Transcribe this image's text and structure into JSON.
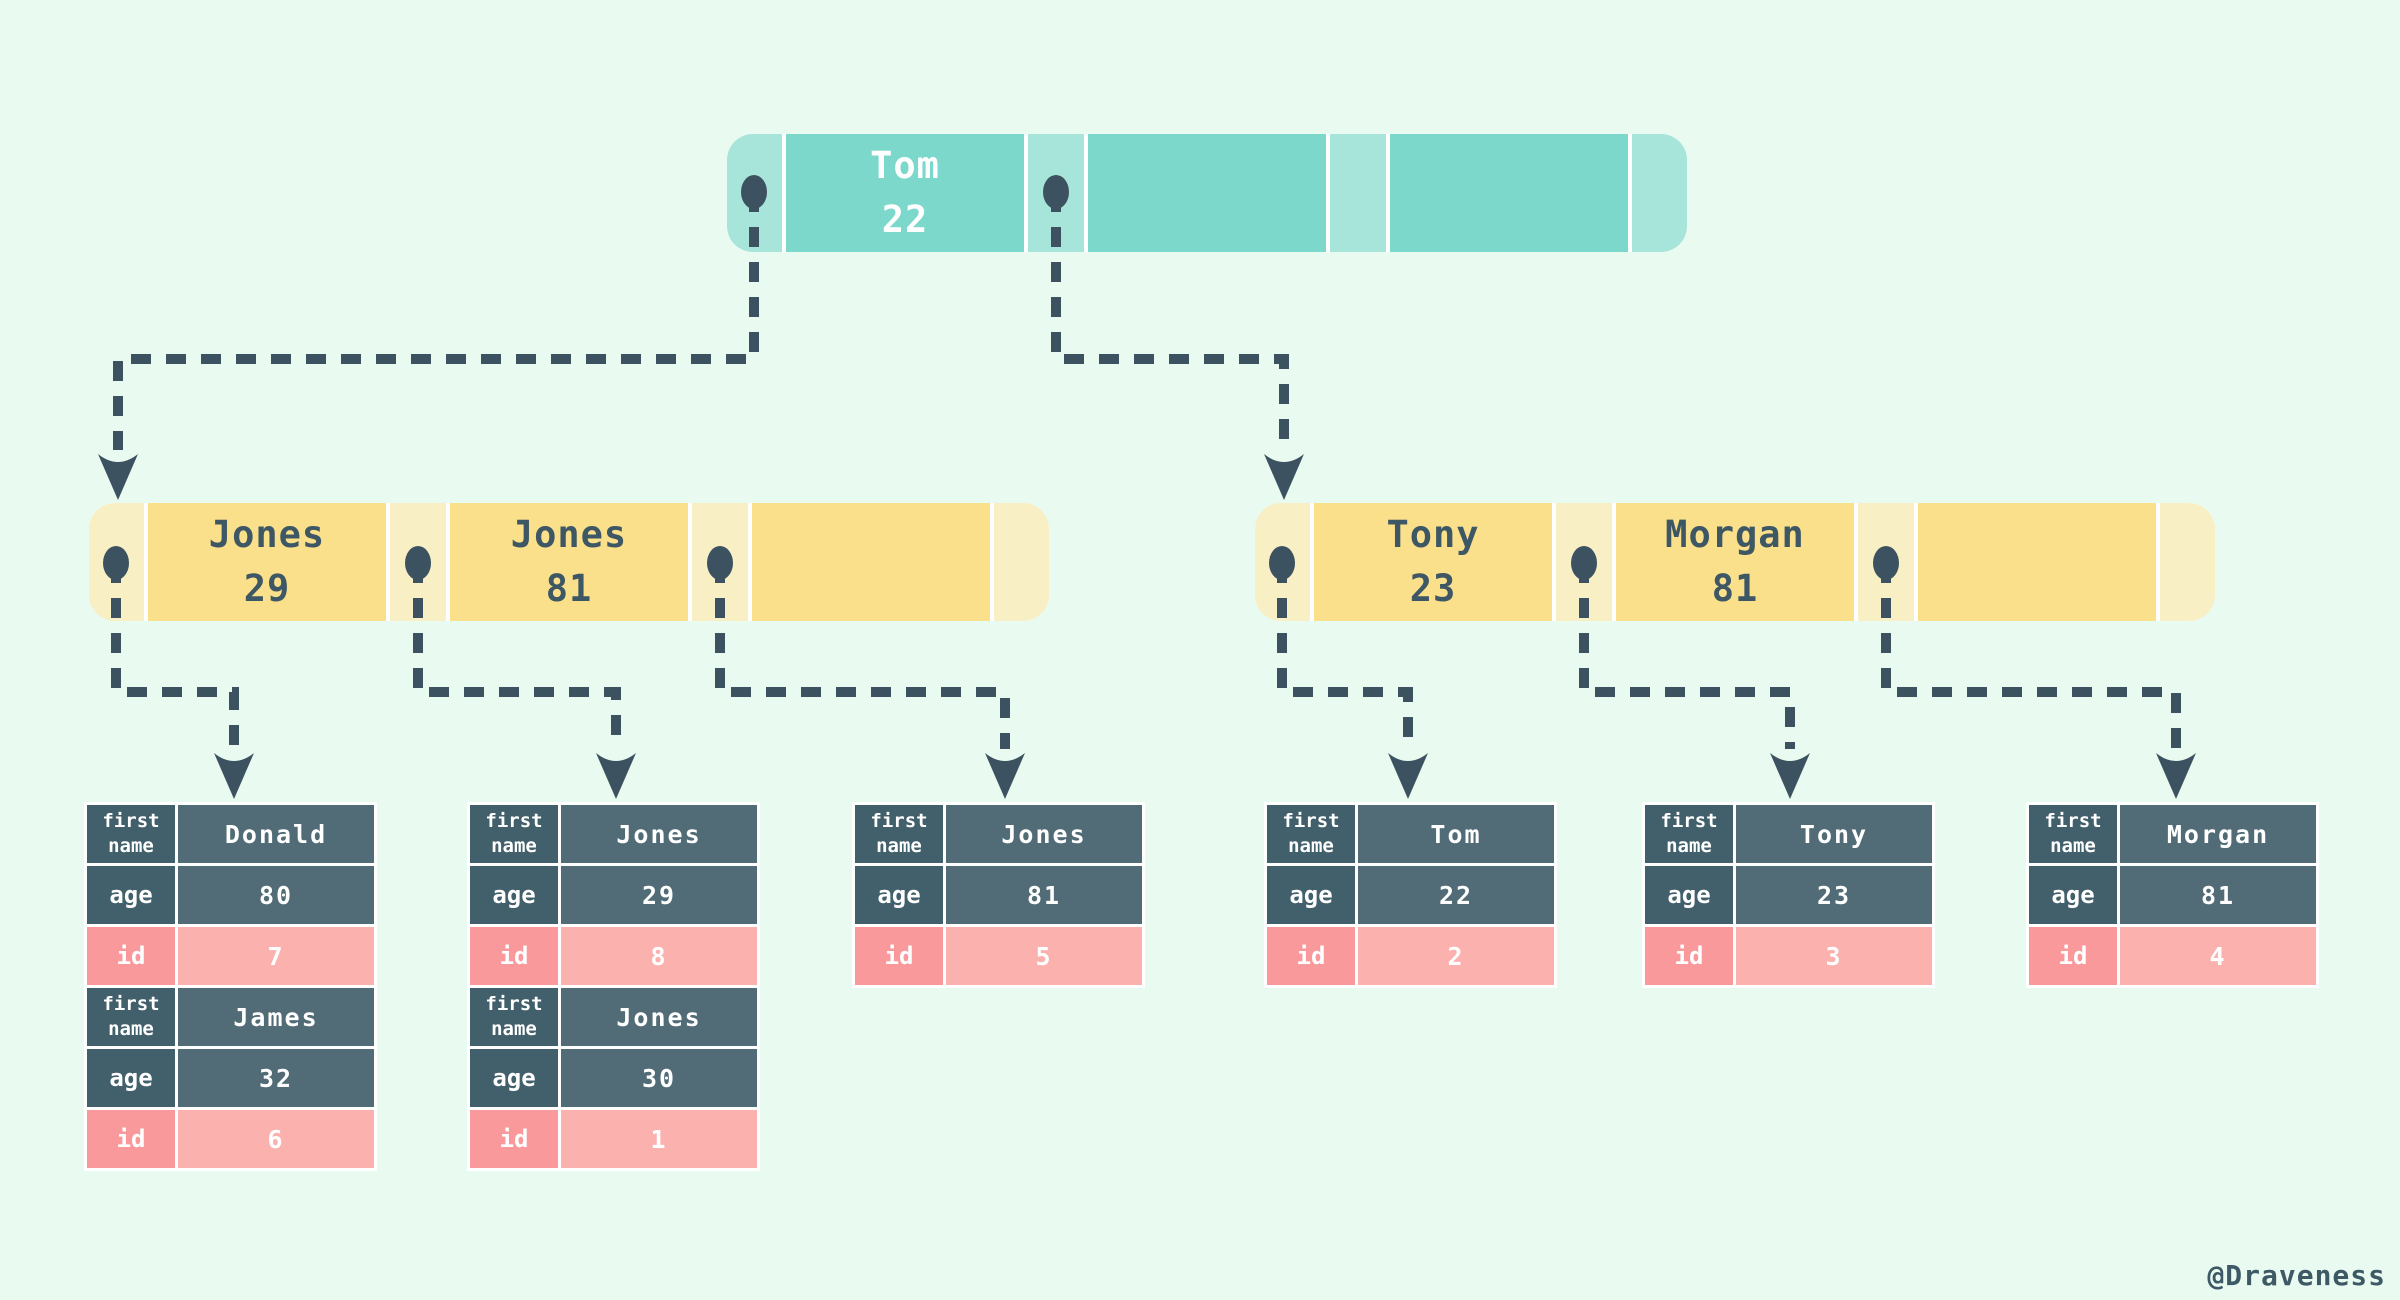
{
  "diagram": {
    "type": "bplus-tree-index",
    "colors": {
      "background": "#e9faf0",
      "root_key_cell": "#7dd8cc",
      "root_pointer_cell": "#a7e4d9",
      "internal_key_cell": "#fbe08b",
      "internal_pointer_cell": "#f9efc5",
      "table_label_cell": "#42606b",
      "table_value_cell": "#516c76",
      "id_label_cell": "#f9999b",
      "id_value_cell": "#fbb1ae",
      "connector": "#3d5260",
      "cell_gap": "#ffffff"
    },
    "root": {
      "keys": [
        {
          "name": "Tom",
          "age": "22"
        },
        {
          "name": "",
          "age": ""
        },
        {
          "name": "",
          "age": ""
        }
      ]
    },
    "internal_left": {
      "keys": [
        {
          "name": "Jones",
          "age": "29"
        },
        {
          "name": "Jones",
          "age": "81"
        },
        {
          "name": "",
          "age": ""
        }
      ]
    },
    "internal_right": {
      "keys": [
        {
          "name": "Tony",
          "age": "23"
        },
        {
          "name": "Morgan",
          "age": "81"
        },
        {
          "name": "",
          "age": ""
        }
      ]
    }
  },
  "labels": {
    "first": "first",
    "name": "name",
    "age": "age",
    "id": "id"
  },
  "tables": [
    {
      "records": [
        {
          "first_name": "Donald",
          "age": "80",
          "id": "7"
        },
        {
          "first_name": "James",
          "age": "32",
          "id": "6"
        }
      ]
    },
    {
      "records": [
        {
          "first_name": "Jones",
          "age": "29",
          "id": "8"
        },
        {
          "first_name": "Jones",
          "age": "30",
          "id": "1"
        }
      ]
    },
    {
      "records": [
        {
          "first_name": "Jones",
          "age": "81",
          "id": "5"
        }
      ]
    },
    {
      "records": [
        {
          "first_name": "Tom",
          "age": "22",
          "id": "2"
        }
      ]
    },
    {
      "records": [
        {
          "first_name": "Tony",
          "age": "23",
          "id": "3"
        }
      ]
    },
    {
      "records": [
        {
          "first_name": "Morgan",
          "age": "81",
          "id": "4"
        }
      ]
    }
  ],
  "footer": {
    "watermark": "@Draveness"
  }
}
